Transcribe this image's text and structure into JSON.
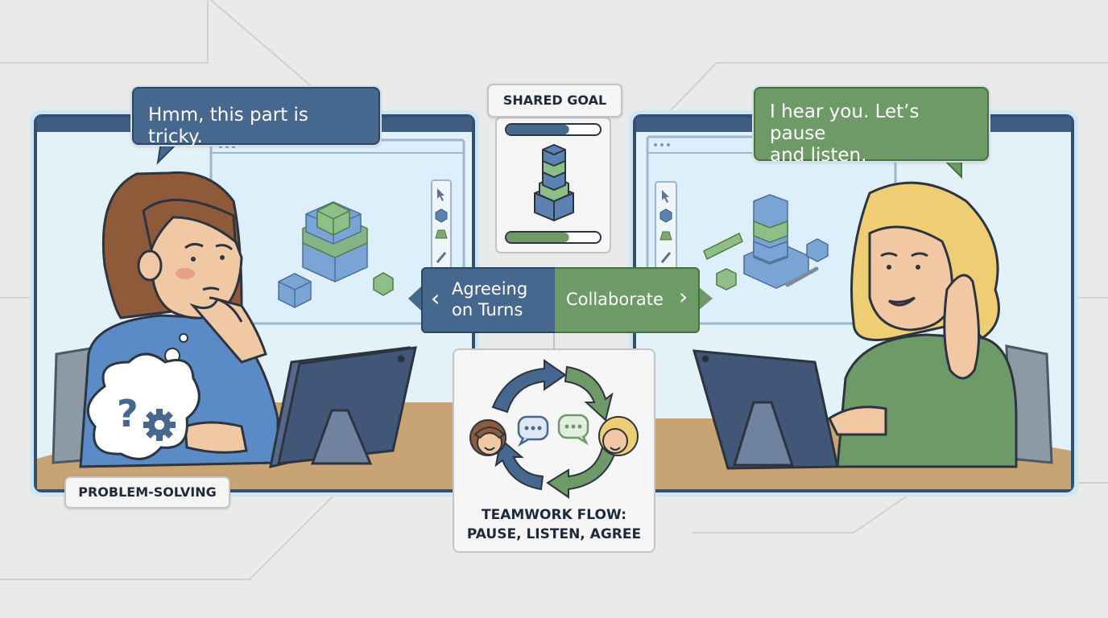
{
  "left_panel": {
    "speech_text": "Hmm, this part is tricky.",
    "tag_label": "PROBLEM-SOLVING",
    "thought_symbol": "?"
  },
  "right_panel": {
    "speech_text_line1": "I hear you. Let’s pause",
    "speech_text_line2": "and listen."
  },
  "goal_card": {
    "title": "SHARED GOAL",
    "top_progress": 0.67,
    "bottom_progress": 0.67
  },
  "toggle": {
    "left_label_line1": "Agreeing",
    "left_label_line2": "on Turns",
    "right_label": "Collaborate",
    "left_arrow": "‹",
    "right_arrow": "›"
  },
  "flow_card": {
    "title_line1": "TEAMWORK FLOW:",
    "title_line2": "PAUSE, LISTEN, AGREE"
  },
  "colors": {
    "blue": "#47688e",
    "green": "#6d9a67",
    "background": "#e9eaea",
    "table": "#c8a374"
  }
}
